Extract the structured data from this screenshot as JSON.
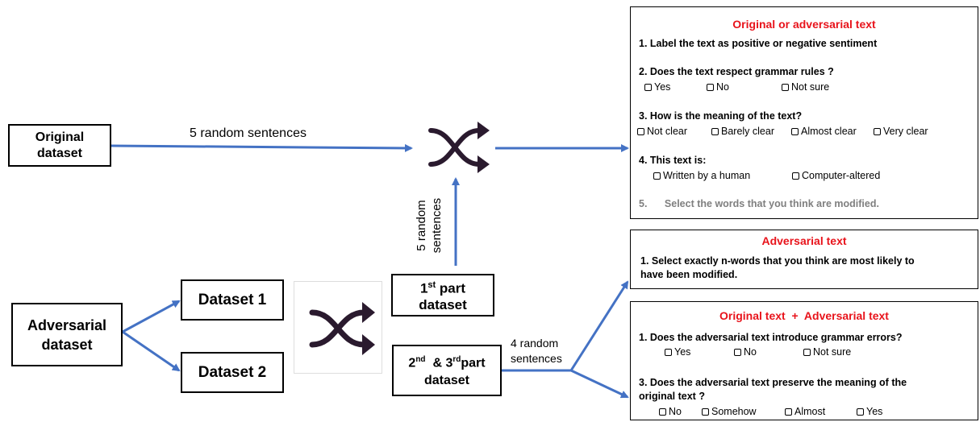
{
  "boxes": {
    "original_dataset": "Original dataset",
    "adversarial_dataset": "Adversarial dataset",
    "dataset1": "Dataset 1",
    "dataset2": "Dataset 2",
    "part1": {
      "num": "1",
      "sup": "st",
      "text": " part",
      "line2": "dataset"
    },
    "part23": {
      "num1": "2",
      "sup1": "nd",
      "mid": "  & 3",
      "sup2": "rd",
      "text": "part",
      "line2": "dataset"
    }
  },
  "labels": {
    "five_random_h": "5 random sentences",
    "five_random_v1": "5 random",
    "five_random_v2": "sentences",
    "four_random_1": "4 random",
    "four_random_2": "sentences"
  },
  "panel1": {
    "title": "Original or adversarial text",
    "q1": "1. Label the text as positive or negative sentiment",
    "q2": "2. Does the text respect grammar rules ?",
    "q2_opts": [
      "Yes",
      "No",
      "Not sure"
    ],
    "q3": "3. How is the meaning of the text?",
    "q3_opts": [
      "Not clear",
      "Barely clear",
      "Almost clear",
      "Very clear"
    ],
    "q4": "4. This text is:",
    "q4_opts": [
      "Written by a human",
      "Computer-altered"
    ],
    "q5_num": "5.",
    "q5": "Select the words that you think are modified."
  },
  "panel2": {
    "title": "Adversarial text",
    "q1_line1": "1. Select exactly n-words that you think are most likely to",
    "q1_line2": "have been modified."
  },
  "panel3": {
    "title": "Original text  +  Adversarial text",
    "q1": "1. Does the adversarial text introduce grammar errors?",
    "q1_opts": [
      "Yes",
      "No",
      "Not sure"
    ],
    "q3_line1": "3. Does the adversarial text preserve the meaning of the",
    "q3_line2": "original text ?",
    "q3_opts": [
      "No",
      "Somehow",
      "Almost",
      "Yes"
    ]
  },
  "colors": {
    "arrow": "#4472c4",
    "title_red": "#e8131b",
    "shuffle": "#2a1a2e",
    "muted": "#7f7f7f"
  },
  "icons": [
    "shuffle-icon",
    "checkbox-icon"
  ]
}
